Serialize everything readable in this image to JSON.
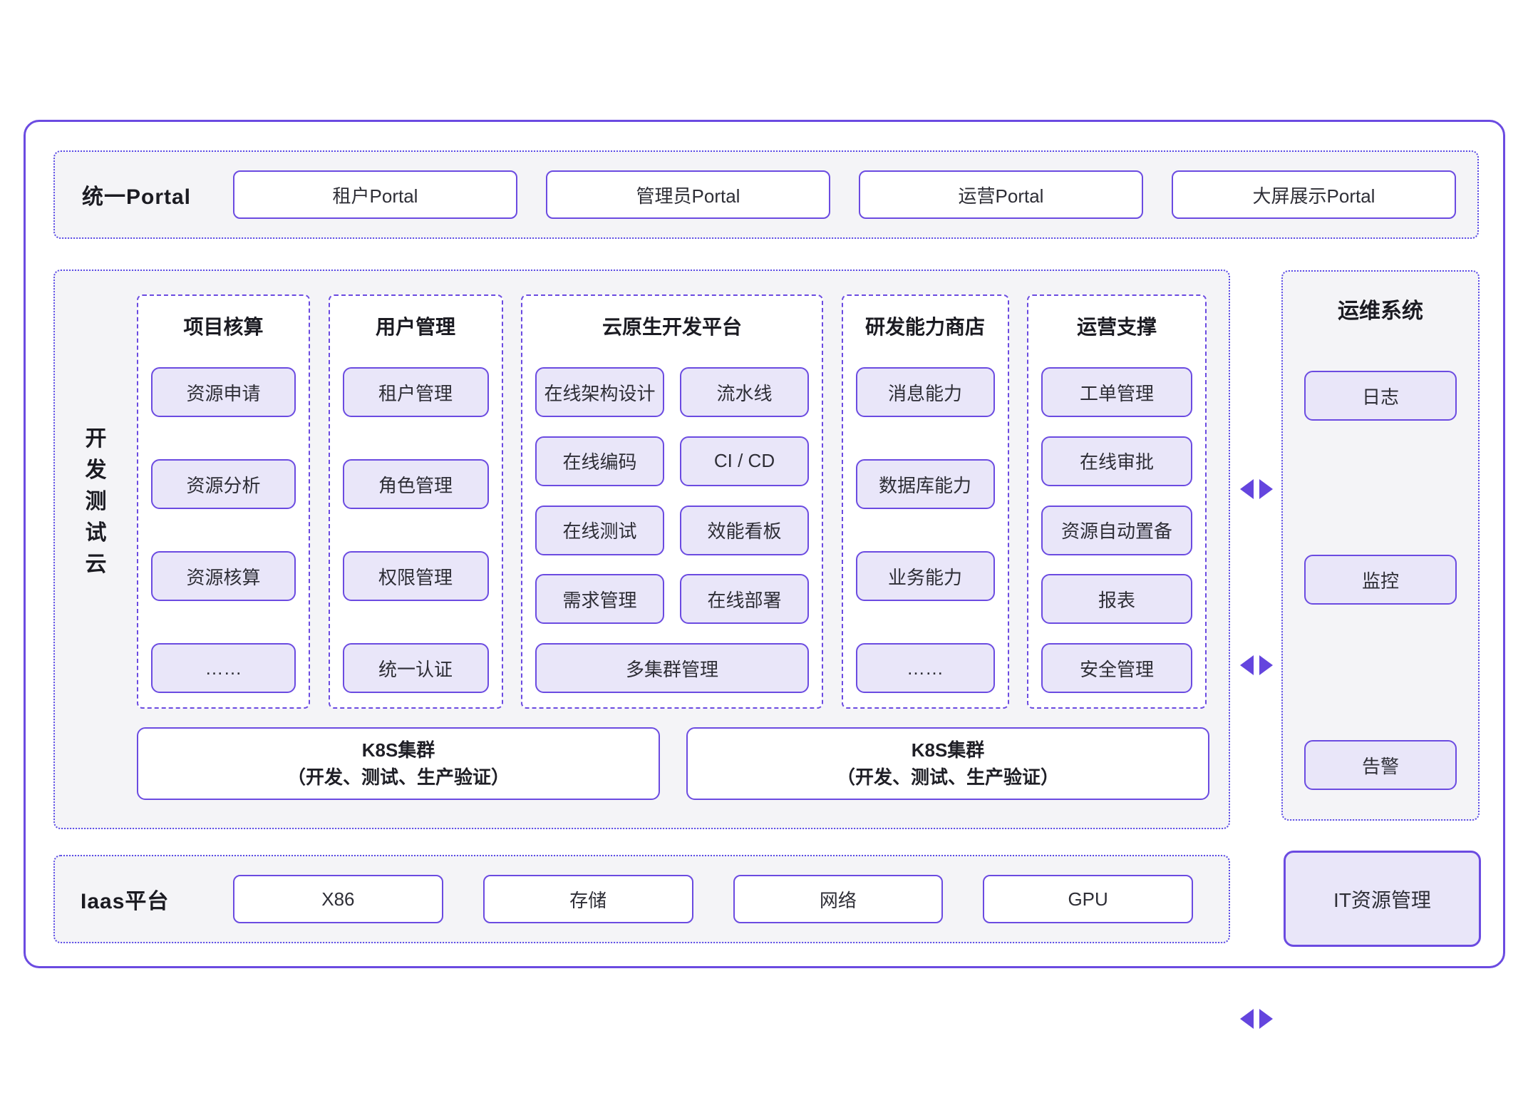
{
  "colors": {
    "accent_border": "#6B4BE1",
    "dotted_border": "#5B4BE6",
    "item_fill": "#E9E6F9",
    "section_bg": "#F4F4F7",
    "arrow": "#6445DE"
  },
  "portal": {
    "label": "统一Portal",
    "items": [
      "租户Portal",
      "管理员Portal",
      "运营Portal",
      "大屏展示Portal"
    ]
  },
  "dev_cloud": {
    "label": "开发测试云",
    "label_chars": [
      "开",
      "发",
      "测",
      "试",
      "云"
    ],
    "columns": [
      {
        "header": "项目核算",
        "items": [
          "资源申请",
          "资源分析",
          "资源核算",
          "……"
        ]
      },
      {
        "header": "用户管理",
        "items": [
          "租户管理",
          "角色管理",
          "权限管理",
          "统一认证"
        ]
      },
      {
        "header": "云原生开发平台",
        "left_items": [
          "在线架构设计",
          "在线编码",
          "在线测试",
          "需求管理"
        ],
        "right_items": [
          "流水线",
          "CI / CD",
          "效能看板",
          "在线部署"
        ],
        "footer_item": "多集群管理"
      },
      {
        "header": "研发能力商店",
        "items": [
          "消息能力",
          "数据库能力",
          "业务能力",
          "……"
        ]
      },
      {
        "header": "运营支撑",
        "items": [
          "工单管理",
          "在线审批",
          "资源自动置备",
          "报表",
          "安全管理"
        ]
      }
    ],
    "k8s": [
      {
        "line1": "K8S集群",
        "line2": "（开发、测试、生产验证）"
      },
      {
        "line1": "K8S集群",
        "line2": "（开发、测试、生产验证）"
      }
    ]
  },
  "ops_system": {
    "header": "运维系统",
    "items": [
      "日志",
      "监控",
      "告警"
    ]
  },
  "iaas": {
    "label": "Iaas平台",
    "items": [
      "X86",
      "存储",
      "网络",
      "GPU"
    ]
  },
  "it_resource": {
    "label": "IT资源管理"
  }
}
